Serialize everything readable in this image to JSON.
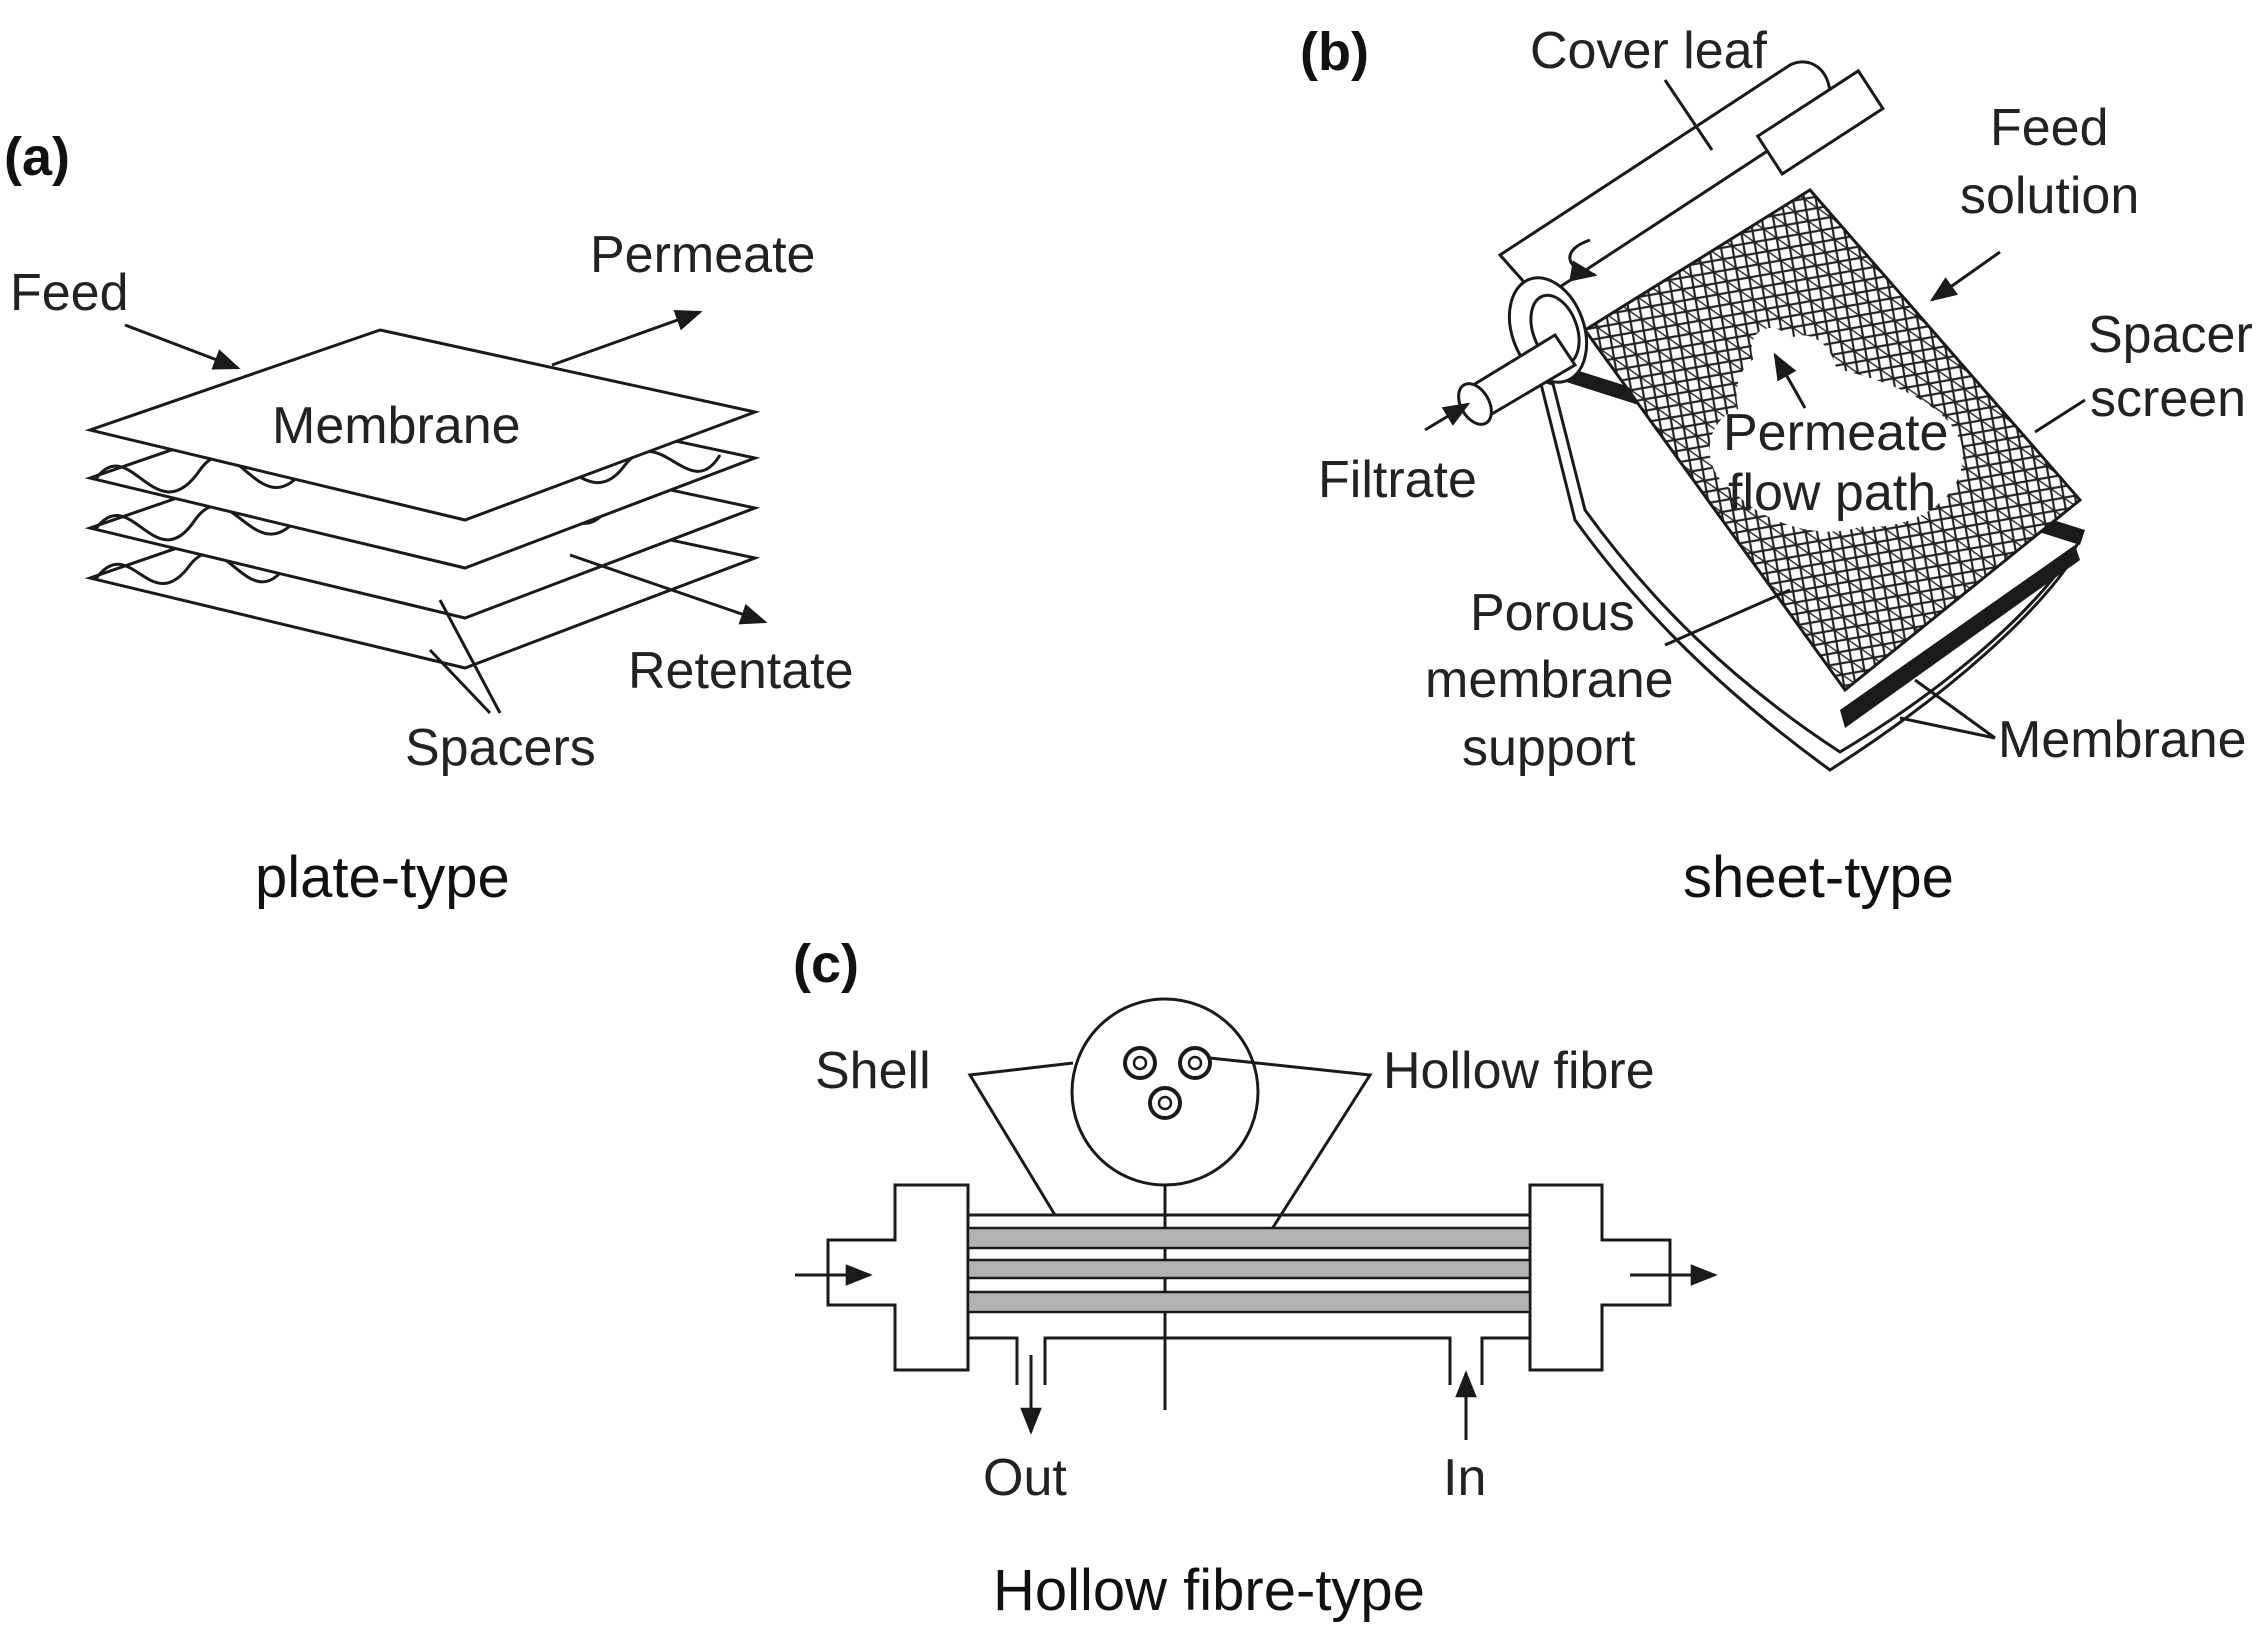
{
  "panel_a": {
    "letter": "(a)",
    "labels": {
      "feed": "Feed",
      "permeate": "Permeate",
      "membrane": "Membrane",
      "retentate": "Retentate",
      "spacers": "Spacers"
    },
    "caption": "plate-type"
  },
  "panel_b": {
    "letter": "(b)",
    "labels": {
      "cover_leaf": "Cover leaf",
      "feed_solution_1": "Feed",
      "feed_solution_2": "solution",
      "spacer_screen_1": "Spacer",
      "spacer_screen_2": "screen",
      "filtrate": "Filtrate",
      "permeate_flow_1": "Permeate",
      "permeate_flow_2": "flow path",
      "porous_1": "Porous",
      "porous_2": "membrane",
      "porous_3": "support",
      "membrane": "Membrane"
    },
    "caption": "sheet-type"
  },
  "panel_c": {
    "letter": "(c)",
    "labels": {
      "shell": "Shell",
      "hollow_fibre": "Hollow fibre",
      "out": "Out",
      "in": "In"
    },
    "caption": "Hollow fibre-type"
  }
}
